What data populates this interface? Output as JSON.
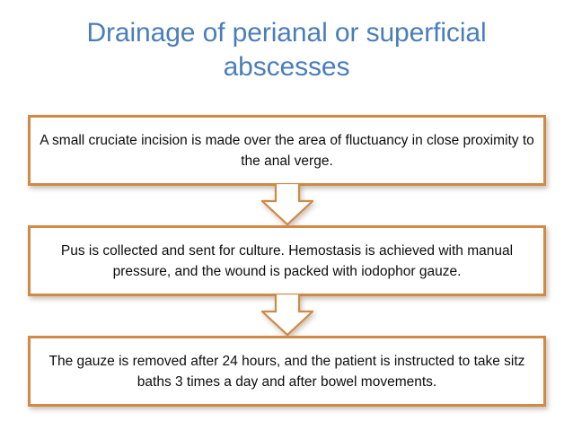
{
  "slide": {
    "title": "Drainage of perianal or superficial abscesses",
    "background_color": "#ffffff",
    "title_color": "#4A7EBB"
  },
  "theme": {
    "box_border_color": "#D08A46",
    "box_fill_color": "#ffffff",
    "box_text_color": "#0d0d0d",
    "arrow_border_color": "#D08A46",
    "arrow_fill_color": "#ffffff"
  },
  "flowchart": {
    "steps": [
      {
        "index": 1,
        "text": "A small cruciate incision is made over the area of fluctuancy in close proximity to the anal verge."
      },
      {
        "index": 2,
        "text": "Pus is collected and sent for culture. Hemostasis is achieved with manual pressure, and the wound is packed with iodophor gauze."
      },
      {
        "index": 3,
        "text": "The gauze is removed after 24 hours, and the patient is instructed to take sitz baths 3 times a day and after bowel movements."
      }
    ],
    "connectors": [
      {
        "index": 1,
        "icon": "arrow-down-icon",
        "from_step": 1,
        "to_step": 2
      },
      {
        "index": 2,
        "icon": "arrow-down-icon",
        "from_step": 2,
        "to_step": 3
      }
    ]
  }
}
